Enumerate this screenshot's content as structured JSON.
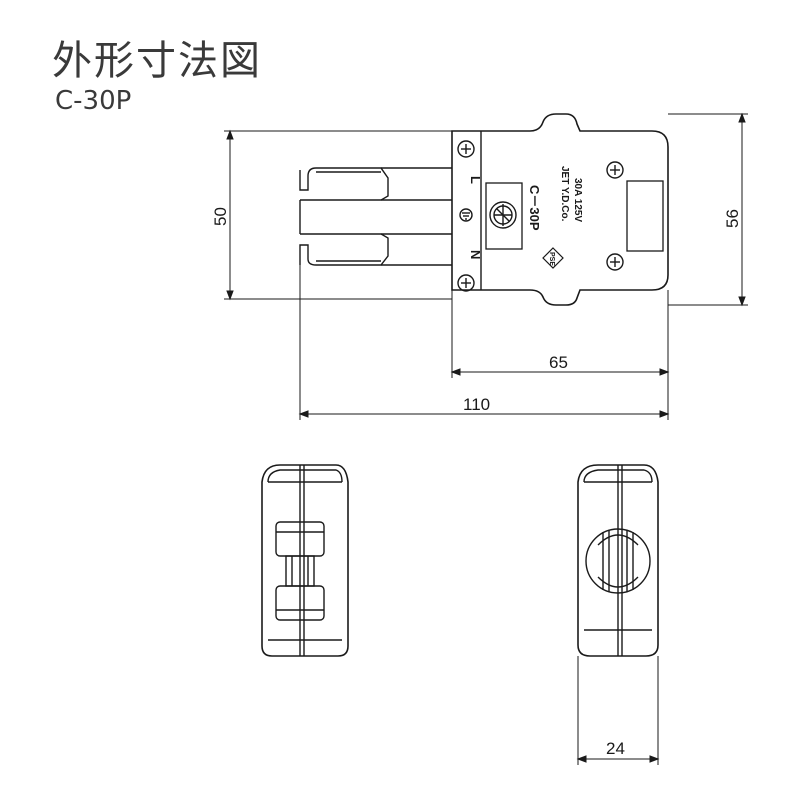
{
  "header": {
    "title": "外形寸法図",
    "model": "C-30P"
  },
  "dimensions": {
    "height_left": "50",
    "height_right": "56",
    "body_length": "65",
    "total_length": "110",
    "side_width": "24"
  },
  "plug_face": {
    "model_label": "C－30P",
    "maker_label": "JET Y.D.Co.",
    "rating_label": "30A 125V",
    "pse_label": "PSE",
    "terminal_l": "L",
    "terminal_n": "N"
  },
  "colors": {
    "line": "#1a1a1a",
    "fill": "#ffffff"
  }
}
